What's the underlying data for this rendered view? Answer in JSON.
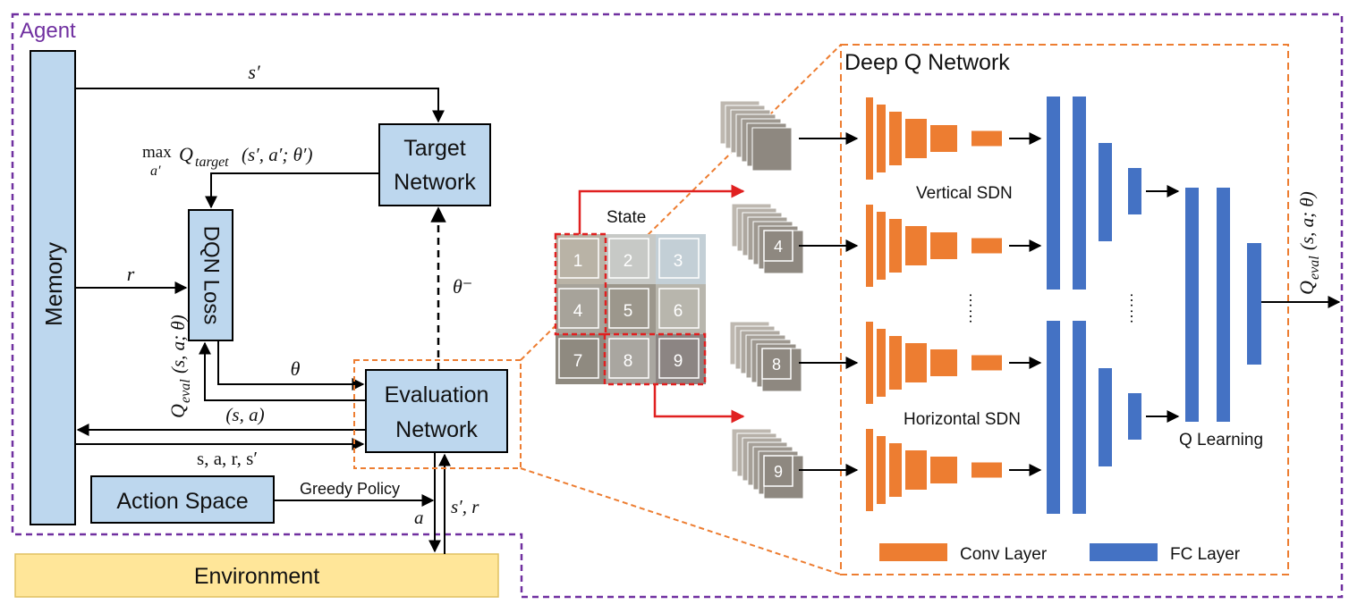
{
  "agent": {
    "label": "Agent"
  },
  "memory": {
    "label": "Memory"
  },
  "target_network": {
    "line1": "Target",
    "line2": "Network"
  },
  "evaluation_network": {
    "line1": "Evaluation",
    "line2": "Network"
  },
  "dqn_loss": {
    "label": "DQN Loss"
  },
  "action_space": {
    "label": "Action Space"
  },
  "environment": {
    "label": "Environment"
  },
  "arrows": {
    "s_prime": "s′",
    "r": "r",
    "max_a_prime": "max",
    "max_sub": "a′",
    "q_target": "Q",
    "q_target_sub": "target",
    "q_target_args": "(s′, a′; θ′)",
    "q_eval": "Q",
    "q_eval_sub": "eval",
    "q_eval_args": "(s, a; θ)",
    "theta": "θ",
    "theta_minus": "θ⁻",
    "s_a": "(s, a)",
    "sars": "s, a, r, s′",
    "greedy_policy": "Greedy Policy",
    "a": "a",
    "s_prime_r": "s′, r"
  },
  "dqn": {
    "title": "Deep Q Network",
    "state_label": "State",
    "state_tiles": [
      "1",
      "2",
      "3",
      "4",
      "5",
      "6",
      "7",
      "8",
      "9"
    ],
    "stack_numbers": [
      "4",
      "8",
      "9"
    ],
    "vertical_label": "Vertical SDN",
    "horizontal_label": "Horizontal SDN",
    "ellipsis1": "……",
    "ellipsis2": "……",
    "q_learning": "Q Learning",
    "legend_conv": "Conv Layer",
    "legend_fc": "FC Layer",
    "output_q": "Q",
    "output_sub": "eval",
    "output_args": "(s, a; θ)"
  },
  "colors": {
    "box_fill": "#bdd7ee",
    "env_fill": "#ffe699",
    "agent_border": "#7030a0",
    "orange": "#ed7d31",
    "blue": "#4472c4",
    "dashed_orange": "#f0a050",
    "red": "#e02020"
  }
}
